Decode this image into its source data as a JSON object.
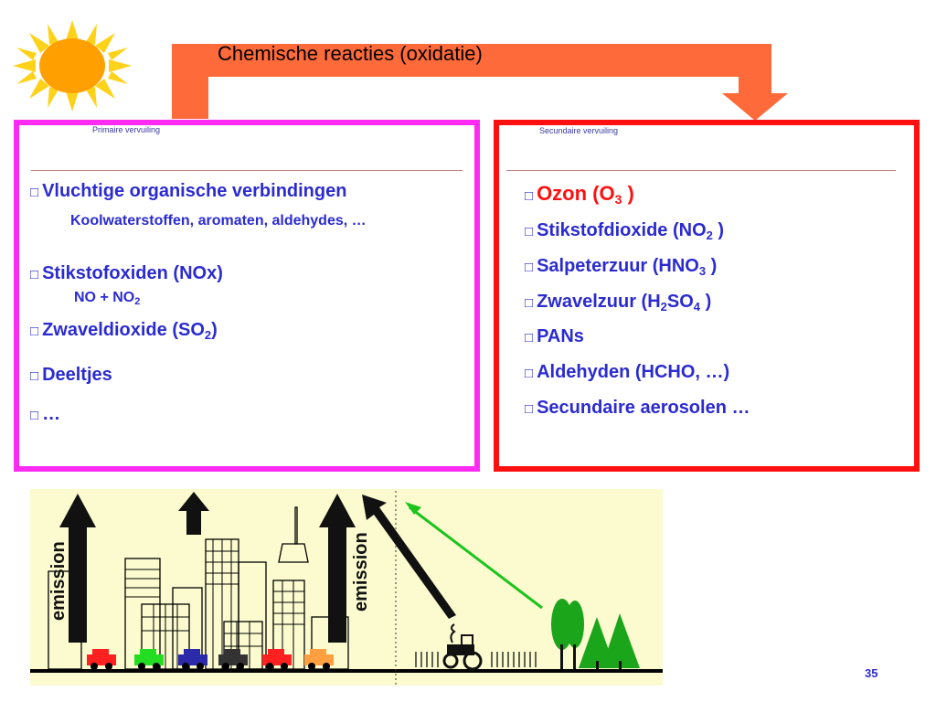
{
  "header": {
    "title": "Chemische reacties (oxidatie)"
  },
  "primary": {
    "caption": "Primaire vervuiling",
    "items": [
      {
        "label": "Vluchtige organische verbindingen",
        "detail": "Koolwaterstoffen, aromaten, aldehydes, …"
      },
      {
        "label": "Stikstofoxiden (NOx)",
        "detail_pre": "NO + NO",
        "detail_sub": "2"
      },
      {
        "label_pre": "Zwaveldioxide (SO",
        "label_sub": "2",
        "label_post": ")"
      },
      {
        "label": "Deeltjes"
      },
      {
        "label": "…"
      }
    ]
  },
  "secondary": {
    "caption": "Secundaire vervuiling",
    "items": [
      {
        "pre": "Ozon (O",
        "sub": "3",
        "post": " )"
      },
      {
        "pre": "Stikstofdioxide (NO",
        "sub": "2",
        "post": " )"
      },
      {
        "pre": "Salpeterzuur (HNO",
        "sub": "3",
        "post": " )"
      },
      {
        "pre": "Zwavelzuur (H",
        "sub": "2",
        "mid": "SO",
        "sub2": "4",
        "post": " )"
      },
      {
        "pre": "PANs"
      },
      {
        "pre": "Aldehyden (HCHO, …)"
      },
      {
        "pre": "Secundaire aerosolen …"
      }
    ]
  },
  "scene": {
    "emission_label_left": "emission",
    "emission_label_right": "emission"
  },
  "page_number": "35",
  "colors": {
    "sun": "#ffd21a",
    "arrow": "#ff6a3a",
    "primary_border": "#ff2bf2",
    "secondary_border": "#ff1010",
    "text": "#2b2bd0",
    "scene_bg": "#fbfbcf"
  },
  "icons": {
    "bullet": "square-bullet-icon",
    "sun": "sun-icon"
  }
}
